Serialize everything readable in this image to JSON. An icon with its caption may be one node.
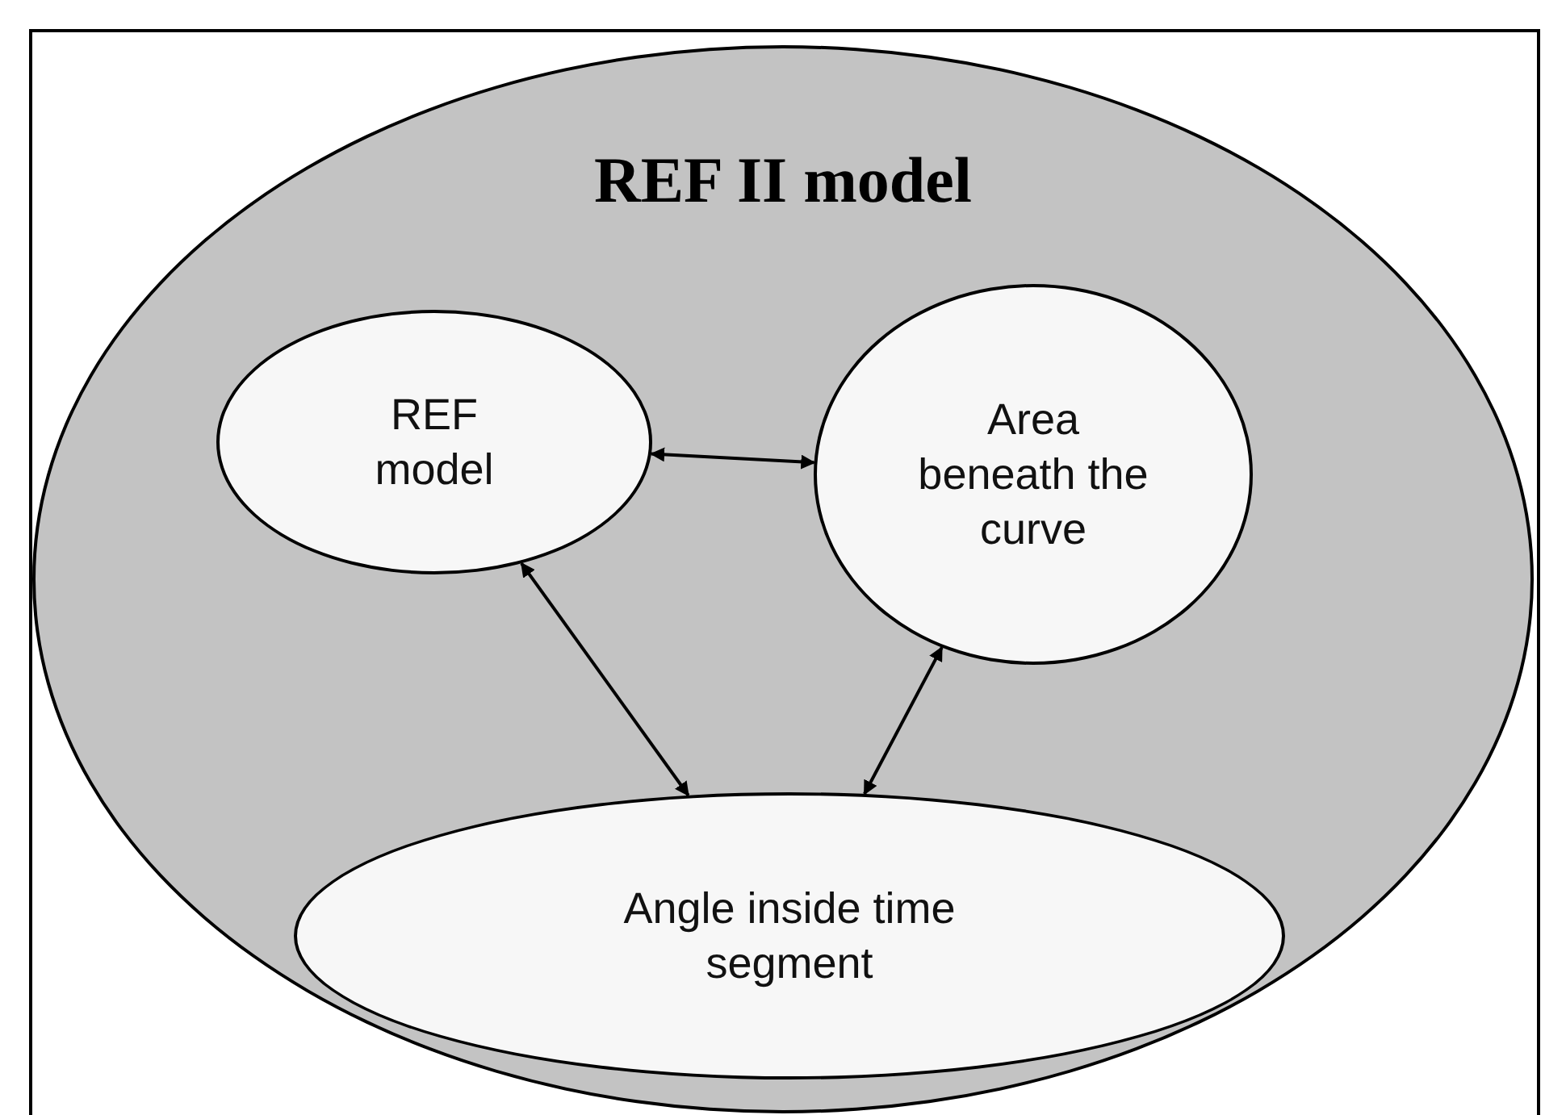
{
  "diagram": {
    "nodes": [
      {
        "text": [
          "REF II model"
        ]
      },
      {
        "text": [
          "REF model"
        ],
        "in": 0
      },
      {
        "text": [
          "Area beneath the curve"
        ],
        "in": 0
      },
      {
        "text": [
          "Angle inside time segment"
        ],
        "in": 0
      }
    ],
    "edges": [
      {
        "from": 1,
        "to": 2,
        "arrow": "both"
      },
      {
        "from": 1,
        "to": 3,
        "arrow": "both"
      },
      {
        "from": 2,
        "to": 3,
        "arrow": "both"
      }
    ]
  }
}
